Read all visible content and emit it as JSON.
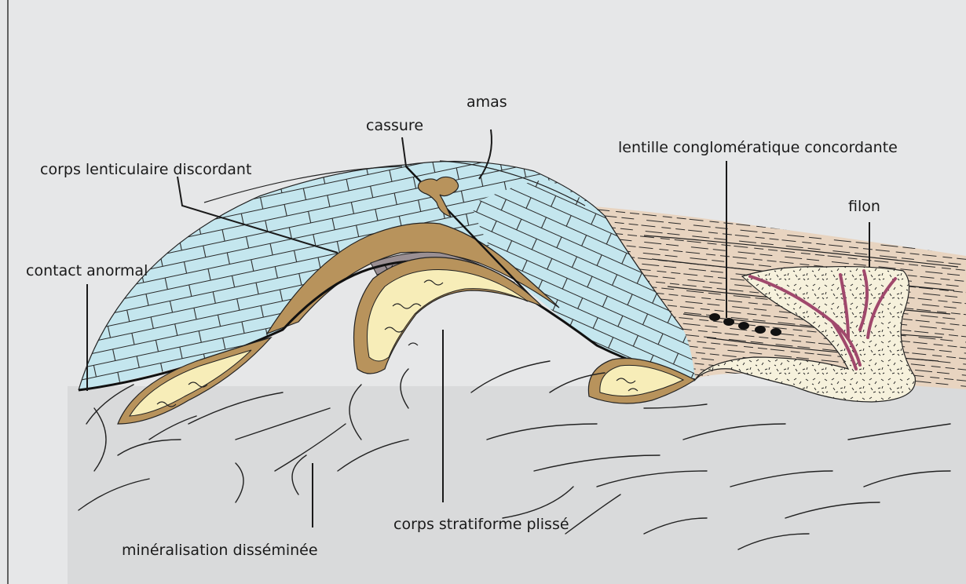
{
  "diagram": {
    "labels": {
      "amas": "amas",
      "cassure": "cassure",
      "corps_lenticulaire": "corps lenticulaire discordant",
      "lentille": "lentille conglomératique concordante",
      "filon": "filon",
      "contact": "contact anormal",
      "corps_stratiforme": "corps stratiforme plissé",
      "mineralisation": "minéralisation disséminée"
    },
    "colors": {
      "background": "#e6e7e8",
      "basement": "#d9dadb",
      "limestone": "#c4e6ee",
      "ochre_layer": "#b8935c",
      "pale_core": "#f7edb8",
      "dark_band": "#9a8f93",
      "sediment": "#e8d4c0",
      "filon_body": "#f6f1dc",
      "vein": "#a0486c"
    }
  }
}
